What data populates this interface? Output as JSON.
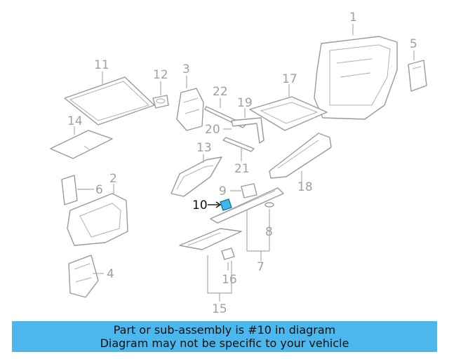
{
  "diagram": {
    "callouts": [
      "1",
      "2",
      "3",
      "4",
      "5",
      "6",
      "7",
      "8",
      "9",
      "10",
      "11",
      "12",
      "13",
      "14",
      "15",
      "16",
      "17",
      "18",
      "19",
      "20",
      "21",
      "22"
    ],
    "highlighted_part": "10",
    "highlight_color": "#3eb6ee"
  },
  "banner": {
    "line1": "Part or sub-assembly is #10 in diagram",
    "line2": "Diagram may not be specific to your vehicle",
    "background": "#4cb7ec"
  }
}
